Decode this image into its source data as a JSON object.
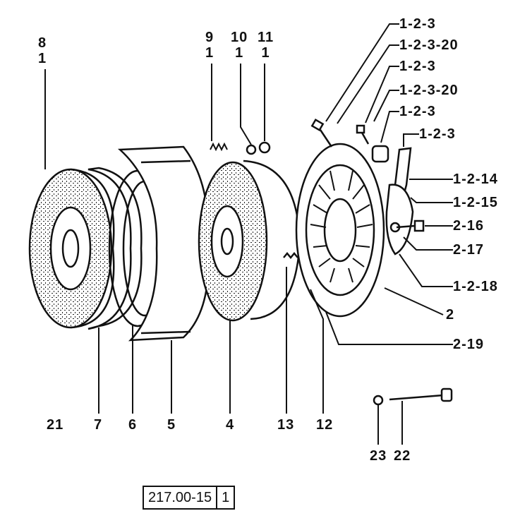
{
  "callouts_top": [
    {
      "top": "8",
      "bottom": "1"
    },
    {
      "top": "9",
      "bottom": "1"
    },
    {
      "top": "10",
      "bottom": "1"
    },
    {
      "top": "11",
      "bottom": "1"
    }
  ],
  "callouts_right": [
    "1-2-3",
    "1-2-3-20",
    "1-2-3",
    "1-2-3-20",
    "1-2-3",
    "1-2-3",
    "1-2-14",
    "1-2-15",
    "2-16",
    "2-17",
    "1-2-18",
    "2",
    "2-19"
  ],
  "callouts_bottom": [
    "21",
    "7",
    "6",
    "5",
    "4",
    "13",
    "12",
    "23",
    "22"
  ],
  "drawing_code": {
    "number": "217.00-15",
    "sheet": "1"
  }
}
